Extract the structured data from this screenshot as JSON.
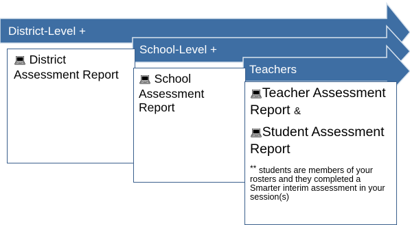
{
  "levels": {
    "district": {
      "header": "District-Level +",
      "icon": "laptop-icon",
      "report": "District Assessment Report"
    },
    "school": {
      "header": "School-Level +",
      "icon": "laptop-icon",
      "report": "School Assessment Report"
    },
    "teachers": {
      "header": "Teachers",
      "icon": "laptop-icon",
      "teacher_report": "Teacher Assessment Report",
      "connector": "&",
      "student_report": "Student Assessment Report",
      "note_marker": "**",
      "note": "students are members of your rosters and they completed a Smarter interim assessment in your session(s)"
    }
  },
  "colors": {
    "band_fill": "#3e6ea3",
    "band_edge": "#d9e3ee",
    "card_border": "#3a5f8c",
    "text": "#000000",
    "label_text": "#ffffff"
  }
}
